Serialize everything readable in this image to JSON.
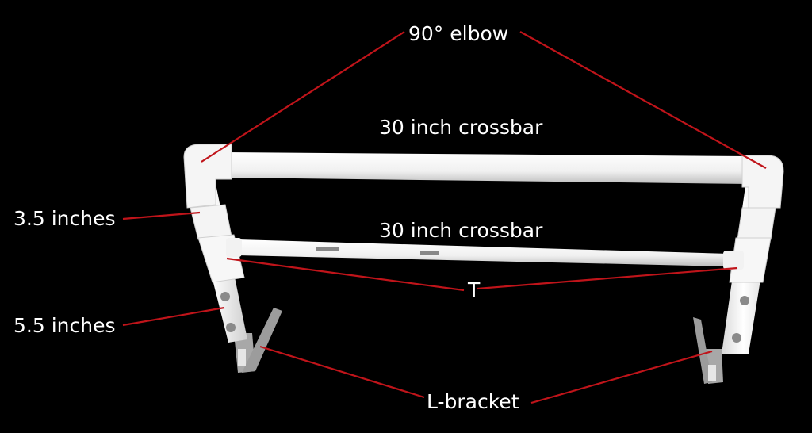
{
  "labels": {
    "elbow": "90° elbow",
    "crossbar_top": "30 inch crossbar",
    "crossbar_mid": "30 inch crossbar",
    "upper_length": "3.5 inches",
    "lower_length": "5.5 inches",
    "tee": "T",
    "bracket": "L-bracket"
  },
  "colors": {
    "background": "#000000",
    "pipe": "#f2f2f2",
    "leader_line": "#c0141a",
    "bracket": "#9a9a9a"
  }
}
